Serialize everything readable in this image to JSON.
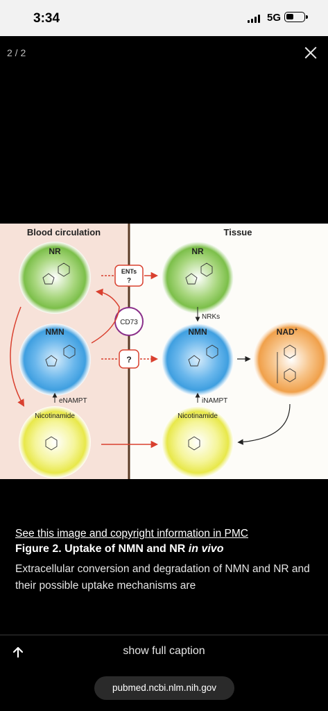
{
  "status_bar": {
    "time": "3:34",
    "network": "5G"
  },
  "viewer": {
    "counter": "2 / 2"
  },
  "figure": {
    "left_region": "Blood circulation",
    "right_region": "Tissue",
    "nodes": {
      "nr_blood": "NR",
      "nmn_blood": "NMN",
      "nam_blood": "Nicotinamide",
      "nr_tissue": "NR",
      "nmn_tissue": "NMN",
      "nam_tissue": "Nicotinamide",
      "nad": "NAD"
    },
    "enzymes": {
      "enampt": "eNAMPT",
      "inampt": "iNAMPT",
      "nrks": "NRKs",
      "cd73": "CD73",
      "ents": "ENTs",
      "ents_q": "?",
      "unknown": "?"
    },
    "colors": {
      "blood_bg": "#f7e2d9",
      "nr": "#7cbf4a",
      "nmn": "#3f9fe0",
      "nam": "#e8e84a",
      "nad": "#f0a04a",
      "arrow_red": "#d9402f",
      "divider": "#5a3a24",
      "cd73_ring": "#8a2f8a"
    }
  },
  "caption": {
    "link": "See this image and copyright information in PMC",
    "title_main": "Figure 2. Uptake of NMN and NR ",
    "title_italic": "in vivo",
    "text": "Extracellular conversion and degradation of NMN and NR and their possible uptake mechanisms are"
  },
  "footer": {
    "show_caption": "show full caption",
    "url": "pubmed.ncbi.nlm.nih.gov"
  }
}
